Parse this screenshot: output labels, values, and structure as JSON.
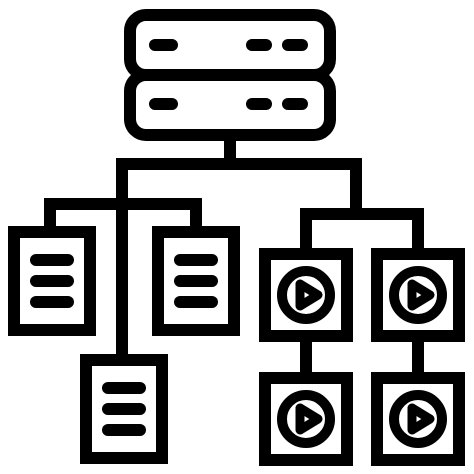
{
  "icon": {
    "name": "server-content-hierarchy-icon",
    "stroke_color": "#000000",
    "background_color": "#ffffff",
    "server_units": 2,
    "document_nodes": 3,
    "video_nodes": 4
  }
}
